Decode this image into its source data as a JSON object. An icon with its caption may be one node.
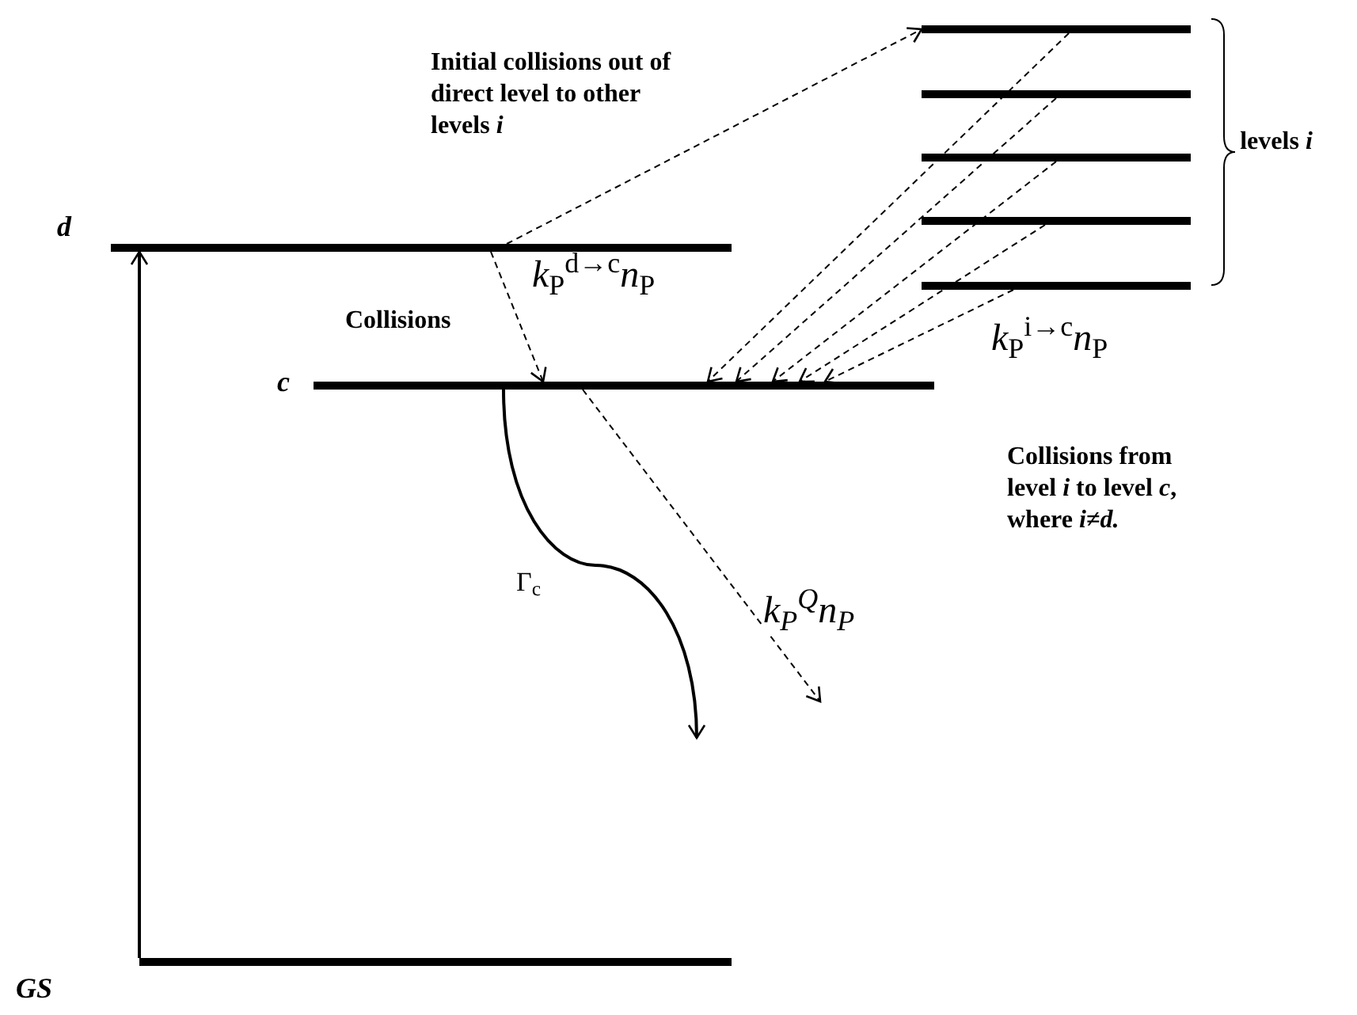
{
  "diagram": {
    "nodes": [
      {
        "text": [],
        "shape": "bar"
      },
      {
        "text": [],
        "shape": "bar"
      },
      {
        "text": [],
        "shape": "bar"
      },
      {
        "text": [],
        "shape": "bar"
      },
      {
        "text": [],
        "shape": "bar"
      },
      {
        "text": [],
        "shape": "bar",
        "beside": [
          "d"
        ]
      },
      {
        "text": [],
        "shape": "bar",
        "beside": [
          "c"
        ]
      },
      {
        "text": [],
        "shape": "bar",
        "beside": [
          "GS"
        ]
      }
    ],
    "edges": [
      {
        "from": 7,
        "to": 5,
        "arrow": "to"
      },
      {
        "from": 5,
        "to": 0,
        "arrow": "to",
        "style": "dashed"
      },
      {
        "from": 5,
        "to": 6,
        "arrow": "to",
        "style": "dashed",
        "label": "Collisions"
      },
      {
        "from": 0,
        "to": 6,
        "arrow": "to",
        "style": "dashed"
      },
      {
        "from": 1,
        "to": 6,
        "arrow": "to",
        "style": "dashed"
      },
      {
        "from": 2,
        "to": 6,
        "arrow": "to",
        "style": "dashed"
      },
      {
        "from": 3,
        "to": 6,
        "arrow": "to",
        "style": "dashed"
      },
      {
        "from": 4,
        "to": 6,
        "arrow": "to",
        "style": "dashed"
      },
      {
        "from": 6,
        "to": null,
        "arrow": "to",
        "label": "Γ$_{c}$"
      },
      {
        "from": 6,
        "to": null,
        "arrow": "to",
        "style": "dashed",
        "label": "*k*$_{P}$$^{Q}$*n*$_{P}$"
      }
    ],
    "labels": [
      "Initial collisions out of direct level to other levels *i*",
      "*k*$_{P}$$^{d→c}$*n*$_{P}$",
      "levels *i*",
      "*k*$_{P}$$^{i→c}$*n*$_{P}$",
      "Collisions from level *i*  to level *c*, where *i≠d.*"
    ]
  }
}
